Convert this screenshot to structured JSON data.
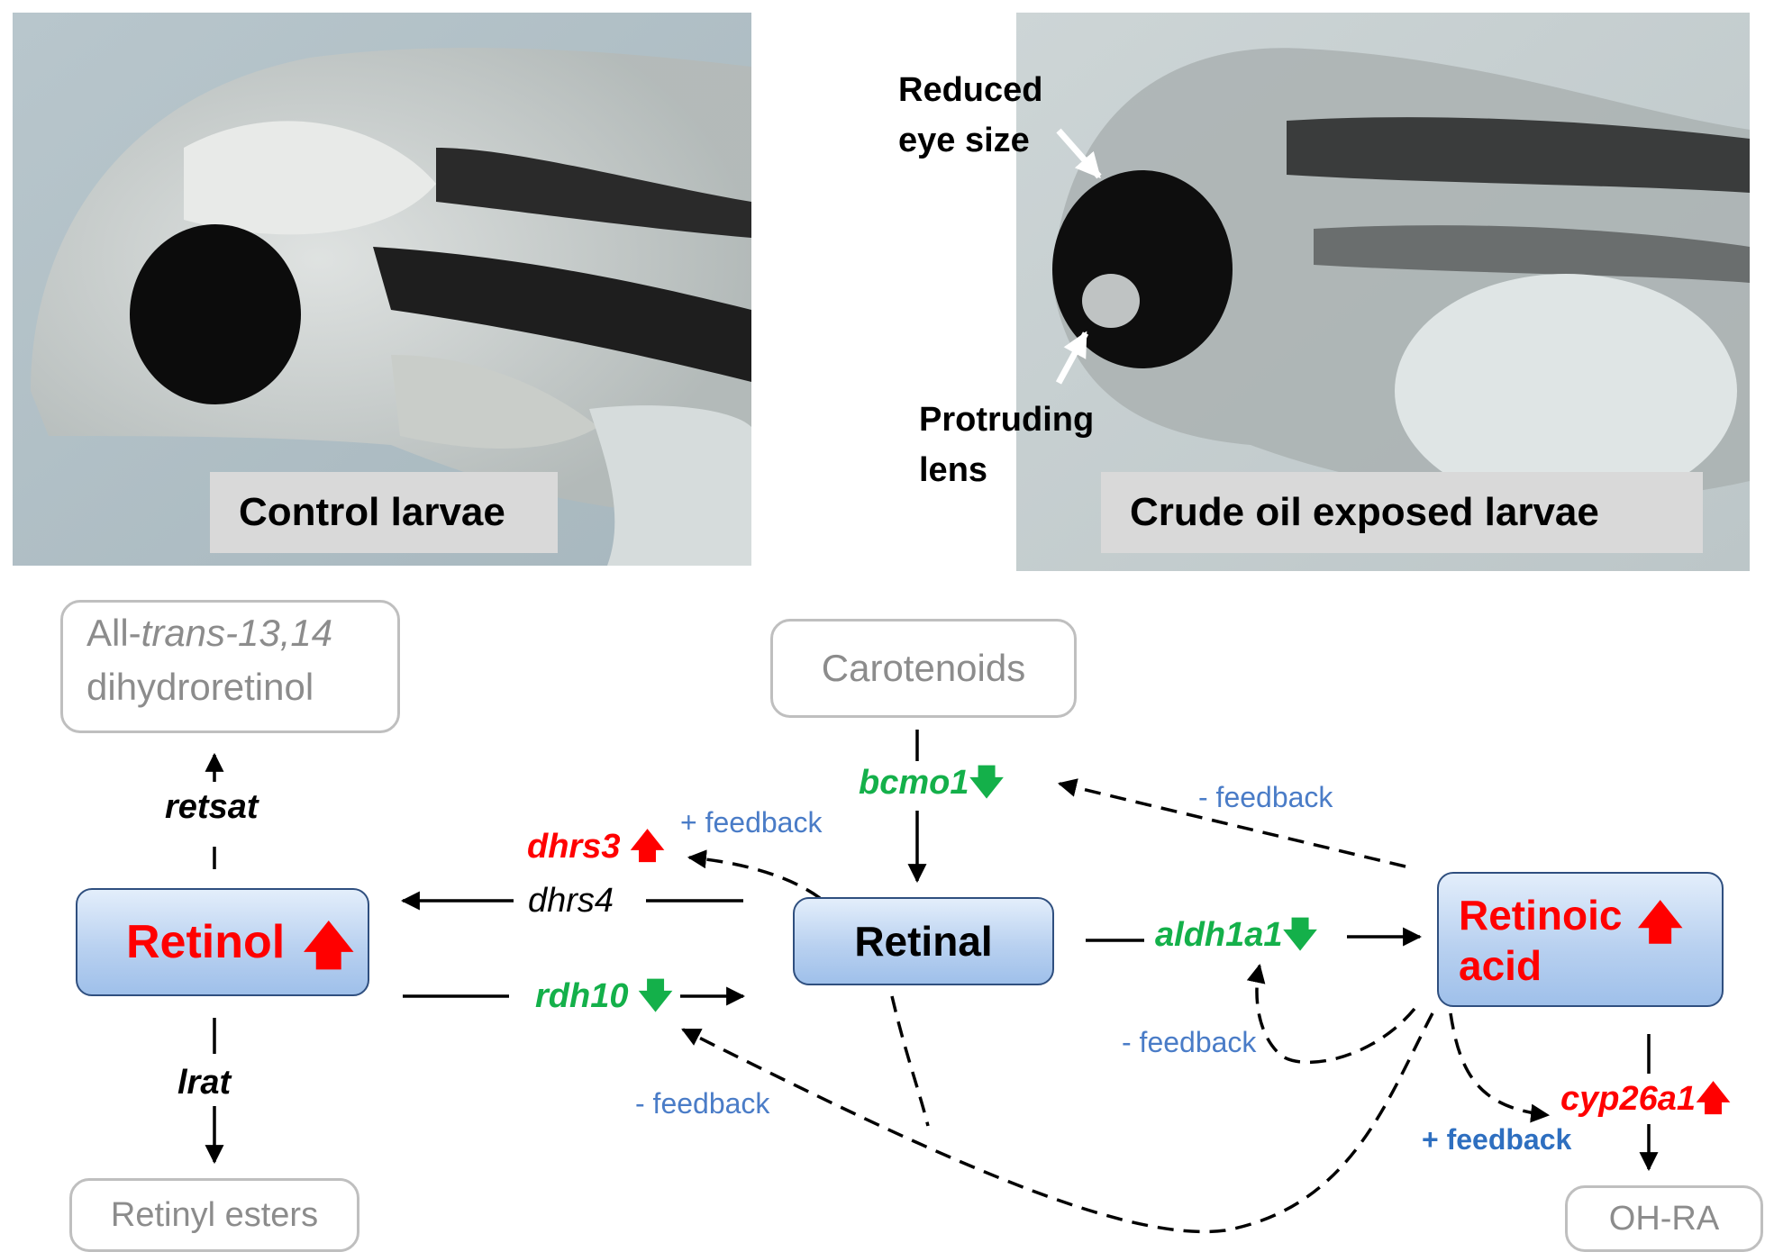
{
  "photos": {
    "control_caption": "Control larvae",
    "crude_caption": "Crude oil exposed larvae",
    "annotation_eye": [
      "Reduced",
      "eye size"
    ],
    "annotation_lens": [
      "Protruding",
      "lens"
    ]
  },
  "nodes": {
    "dihydroretinol": {
      "line1_prefix": "All-",
      "line1_italic": "trans-13,14",
      "line2": "dihydroretinol"
    },
    "carotenoids": "Carotenoids",
    "retinol": "Retinol",
    "retinal": "Retinal",
    "retinoic_acid": [
      "Retinoic",
      "acid"
    ],
    "retinyl_esters": "Retinyl esters",
    "oh_ra": "OH-RA"
  },
  "genes": {
    "retsat": "retsat",
    "lrat": "lrat",
    "bcmo1": "bcmo1",
    "dhrs3": "dhrs3",
    "dhrs4": "dhrs4",
    "rdh10": "rdh10",
    "aldh1a1": "aldh1a1",
    "cyp26a1": "cyp26a1"
  },
  "feedback": {
    "dhrs3_plus": "+ feedback",
    "bcmo1_minus": "- feedback",
    "aldh1a1_minus": "- feedback",
    "rdh10_minus": "- feedback",
    "cyp26a1_plus": "+ feedback"
  },
  "colors": {
    "up_regulated": "#ff0000",
    "down_regulated": "#14b04a",
    "feedback_text": "#4a7cc7",
    "inactive_box_border": "#bfbfbf",
    "active_box_fill": "#b9d1f0"
  }
}
